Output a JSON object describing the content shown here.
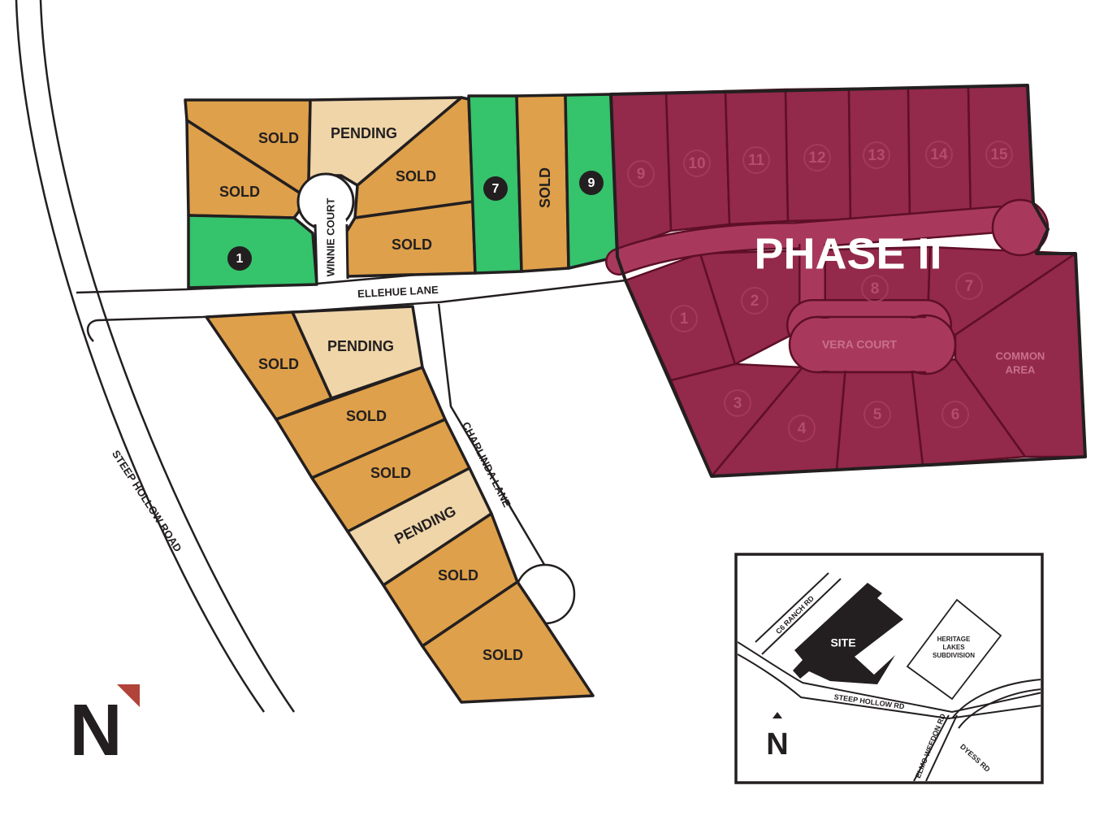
{
  "roads": {
    "ellehue": "ELLEHUE LANE",
    "winnie": "WINNIE COURT",
    "charlinda": "CHARLINDA LANE",
    "steep_hollow": "STEEP HOLLOW ROAD"
  },
  "lots": {
    "n_sold_1": "SOLD",
    "n_pending_1": "PENDING",
    "n_sold_2": "SOLD",
    "n_sold_3": "SOLD",
    "n_sold_4": "SOLD",
    "n_avail_1": "1",
    "n_avail_7": "7",
    "n_sold_strip": "SOLD",
    "n_avail_9": "9",
    "s_sold_1": "SOLD",
    "s_pending_1": "PENDING",
    "s_sold_2": "SOLD",
    "s_sold_3": "SOLD",
    "s_pending_2": "PENDING",
    "s_sold_4": "SOLD",
    "s_sold_5": "SOLD"
  },
  "phase2": {
    "title": "PHASE II",
    "court": "VERA COURT",
    "common_line1": "COMMON",
    "common_line2": "AREA",
    "lot_numbers": [
      "9",
      "10",
      "11",
      "12",
      "13",
      "14",
      "15",
      "1",
      "2",
      "8",
      "7",
      "3",
      "4",
      "5",
      "6"
    ]
  },
  "inset": {
    "site": "SITE",
    "c6": "C6 RANCH RD",
    "heritage_line1": "HERITAGE",
    "heritage_line2": "LAKES",
    "heritage_line3": "SUBDIVISION",
    "steep": "STEEP HOLLOW RD",
    "elmo": "ELMO WEEDON RD",
    "dyess": "DYESS RD",
    "north": "N"
  },
  "logo": {
    "letter": "N"
  },
  "colors": {
    "sold": "#dea04a",
    "pending": "#efd5a8",
    "available": "#35c36b",
    "phase2": "#93294b",
    "accent": "#b0433a"
  }
}
